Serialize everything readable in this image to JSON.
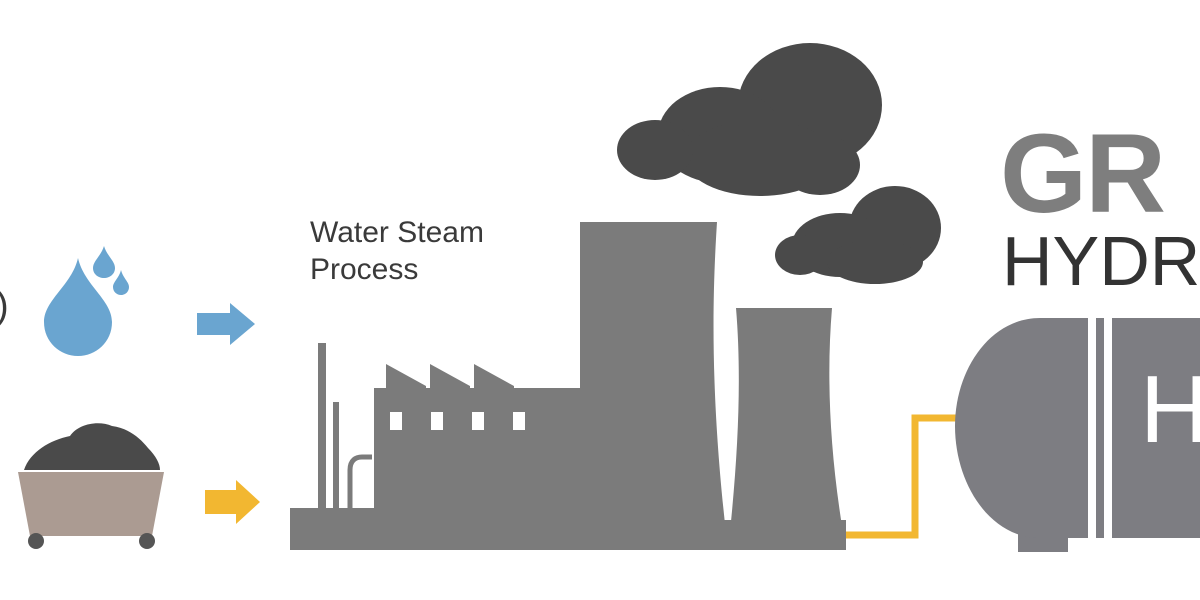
{
  "caption": {
    "line1": "Water Steam",
    "line2": "Process"
  },
  "left_edge_text": ")",
  "title": {
    "main": "GR",
    "sub": "HYDR"
  },
  "tank": {
    "letter": "H"
  },
  "icons": {
    "water": "water-drops-icon",
    "coal": "coal-cart-icon",
    "factory": "factory-icon",
    "smoke": "smoke-cloud-icon",
    "tank": "hydrogen-tank-icon"
  },
  "colors": {
    "water": "#6aa5d0",
    "coal_arrow": "#f2b731",
    "pipe": "#f2b731",
    "factory": "#7b7b7b",
    "smoke": "#4a4a4a",
    "cart": "#ab9b92",
    "tank": "#7d7d82"
  }
}
